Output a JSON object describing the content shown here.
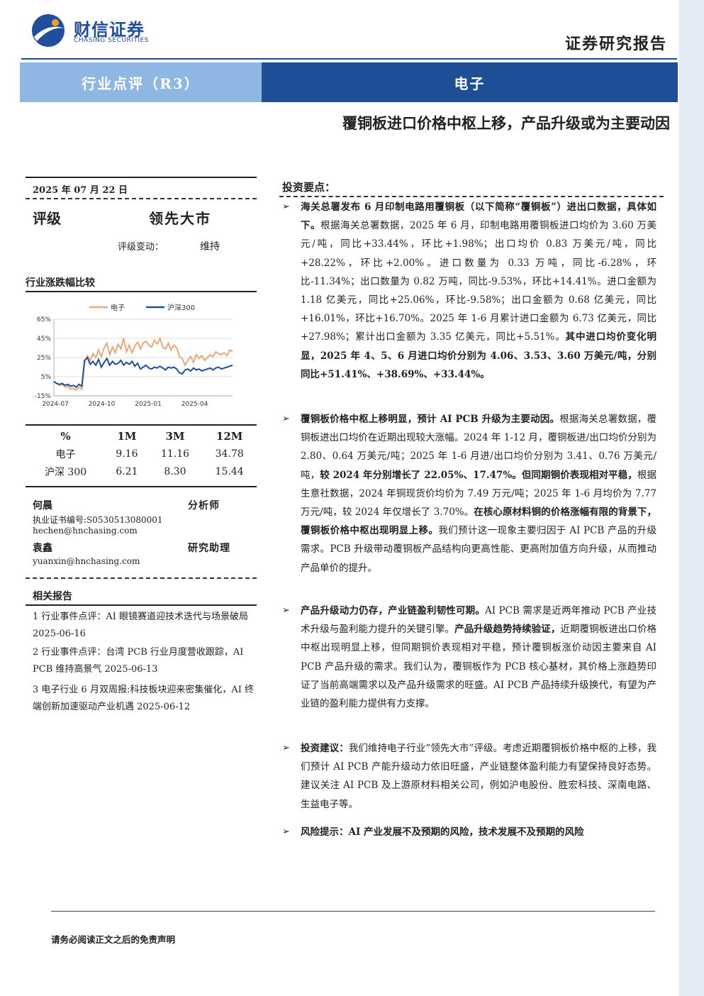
{
  "header": {
    "company_cn": "财信证券",
    "company_en": "CHASING SECURITIES",
    "doc_type": "证券研究报告",
    "category": "行业点评（R3）",
    "industry": "电子",
    "title": "覆铜板进口价格中枢上移，产品升级或为主要动因"
  },
  "left": {
    "date": "2025 年 07 月 22 日",
    "rating_label": "评级",
    "rating_value": "领先大市",
    "rating_change_label": "评级变动：",
    "rating_change_value": "维持",
    "chart_section_title": "行业涨跌幅比较",
    "table": {
      "headers": [
        "%",
        "1M",
        "3M",
        "12M"
      ],
      "rows": [
        [
          "电子",
          "9.16",
          "11.16",
          "34.78"
        ],
        [
          "沪深 300",
          "6.21",
          "8.30",
          "15.44"
        ]
      ]
    },
    "analysts": [
      {
        "name": "何晨",
        "role": "分析师",
        "cert": "执业证书编号:S0530513080001",
        "email": "hechen@hnchasing.com"
      },
      {
        "name": "袁鑫",
        "role": "研究助理",
        "email": "yuanxin@hnchasing.com"
      }
    ],
    "related_title": "相关报告",
    "related": [
      "1 行业事件点评：AI 眼镜赛道迎技术迭代与场景破局 2025-06-16",
      "2 行业事件点评：台湾 PCB 行业月度营收跟踪，AI PCB 维持高景气 2025-06-13",
      "3 电子行业 6 月双周报:科技板块迎来密集催化，AI 终端创新加速驱动产业机遇 2025-06-12"
    ]
  },
  "right": {
    "key_title": "投资要点：",
    "bullets": [
      {
        "segments": [
          {
            "bold": true,
            "text": "海关总署发布 6 月印制电路用覆铜板（以下简称“覆铜板”）进出口数据，具体如下。"
          },
          {
            "bold": false,
            "text": "根据海关总署数据，2025 年 6 月，印制电路用覆铜板进口均价为 3.60 万美元/吨，同比+33.44%，环比+1.98%；出口均价 0.83 万美元/吨，同比+28.22%，环比+2.00%。进口数量为 0.33 万吨，同比-6.28%，环比-11.34%；出口数量为 0.82 万吨，同比-9.53%，环比+14.41%。进口金额为 1.18 亿美元，同比+25.06%，环比-9.58%；出口金额为 0.68 亿美元，同比+16.01%，环比+16.70%。2025 年 1-6 月累计进口金额为 6.73 亿美元，同比+27.98%；累计出口金额为 3.35 亿美元，同比+5.51%。"
          },
          {
            "bold": true,
            "text": "其中进口均价变化明显，2025 年 4、5、6 月进口均价分别为 4.06、3.53、3.60 万美元/吨，分别同比+51.41%、+38.69%、+33.44%。"
          }
        ]
      },
      {
        "segments": [
          {
            "bold": true,
            "text": "覆铜板价格中枢上移明显，预计 AI PCB 升级为主要动因。"
          },
          {
            "bold": false,
            "text": "根据海关总署数据，覆铜板进出口均价在近期出现较大涨幅。2024 年 1-12 月，覆铜板进/出口均价分别为 2.80、0.64 万美元/吨；2025 年 1-6 月进/出口均价分别为 3.41、0.76 万美元/吨，"
          },
          {
            "bold": true,
            "text": "较 2024 年分别增长了 22.05%、17.47%。但同期铜价表现相对平稳，"
          },
          {
            "bold": false,
            "text": "根据生意社数据，2024 年铜现货价均价为 7.49 万元/吨；2025 年 1-6 月均价为 7.77 万元/吨，较 2024 年仅增长了 3.70%。"
          },
          {
            "bold": true,
            "text": "在核心原材料铜的价格涨幅有限的背景下，覆铜板价格中枢出现明显上移。"
          },
          {
            "bold": false,
            "text": "我们预计这一现象主要归因于 AI PCB 产品的升级需求。PCB 升级带动覆铜板产品结构向更高性能、更高附加值方向升级，从而推动产品单价的提升。"
          }
        ]
      },
      {
        "segments": [
          {
            "bold": true,
            "text": "产品升级动力仍存，产业链盈利韧性可期。"
          },
          {
            "bold": false,
            "text": "AI PCB 需求是近两年推动 PCB 产业技术升级与盈利能力提升的关键引擎。"
          },
          {
            "bold": true,
            "text": "产品升级趋势持续验证，"
          },
          {
            "bold": false,
            "text": "近期覆铜板进出口价格中枢出现明显上移，但同期铜价表现相对平稳，预计覆铜板涨价动因主要来自 AI PCB 产品升级的需求。我们认为，覆铜板作为 PCB 核心基材，其价格上涨趋势印证了当前高端需求以及产品升级需求的旺盛。AI PCB 产品持续升级换代，有望为产业链的盈利能力提供有力支撑。"
          }
        ]
      },
      {
        "segments": [
          {
            "bold": true,
            "text": "投资建议："
          },
          {
            "bold": false,
            "text": "我们维持电子行业“领先大市”评级。考虑近期覆铜板价格中枢的上移，我们预计 AI PCB 产能升级动力依旧旺盛，产业链整体盈利能力有望保持良好态势。建议关注 AI PCB 及上游原材料相关公司，例如沪电股份、胜宏科技、深南电路、生益电子等。"
          }
        ]
      },
      {
        "segments": [
          {
            "bold": true,
            "text": "风险提示：AI 产业发展不及预期的风险，技术发展不及预期的风险"
          }
        ]
      }
    ]
  },
  "footer": {
    "disclaimer": "请务必阅读正文之后的免责声明"
  },
  "chart_data": {
    "type": "line",
    "legend_position": "top",
    "ylim": [
      -15,
      65
    ],
    "y_ticks": [
      "65%",
      "45%",
      "25%",
      "5%",
      "-15%"
    ],
    "y_tick_values": [
      65,
      45,
      25,
      5,
      -15
    ],
    "x_ticks": [
      "2024-07",
      "2024-10",
      "2025-01",
      "2025-04"
    ],
    "grid": true,
    "series": [
      {
        "name": "电子",
        "color": "#e8a97c",
        "values": [
          0,
          -2,
          -4,
          -3,
          -6,
          -5,
          -8,
          -7,
          -9,
          -6,
          -8,
          20,
          27,
          22,
          29,
          25,
          33,
          26,
          35,
          40,
          28,
          36,
          30,
          39,
          34,
          45,
          31,
          38,
          30,
          37,
          41,
          34,
          40,
          42,
          38,
          36,
          43,
          39,
          45,
          36,
          34,
          40,
          33,
          38,
          35,
          26,
          24,
          17,
          22,
          26,
          20,
          28,
          24,
          27,
          22,
          25,
          28,
          26,
          31,
          29,
          28,
          30,
          27,
          33,
          31
        ]
      },
      {
        "name": "沪深300",
        "color": "#1f4e9c",
        "values": [
          0,
          -2,
          -3,
          -2,
          -4,
          -3,
          -5,
          -4,
          -6,
          -3,
          -5,
          22,
          25,
          18,
          21,
          17,
          23,
          15,
          20,
          24,
          17,
          21,
          18,
          19,
          22,
          17,
          20,
          18,
          21,
          16,
          19,
          13,
          15,
          17,
          14,
          13,
          15,
          14,
          16,
          14,
          12,
          15,
          14,
          15,
          13,
          9,
          8,
          12,
          13,
          11,
          14,
          12,
          13,
          11,
          12,
          13,
          14,
          12,
          14,
          15,
          13,
          14,
          15,
          16,
          17
        ]
      }
    ]
  }
}
